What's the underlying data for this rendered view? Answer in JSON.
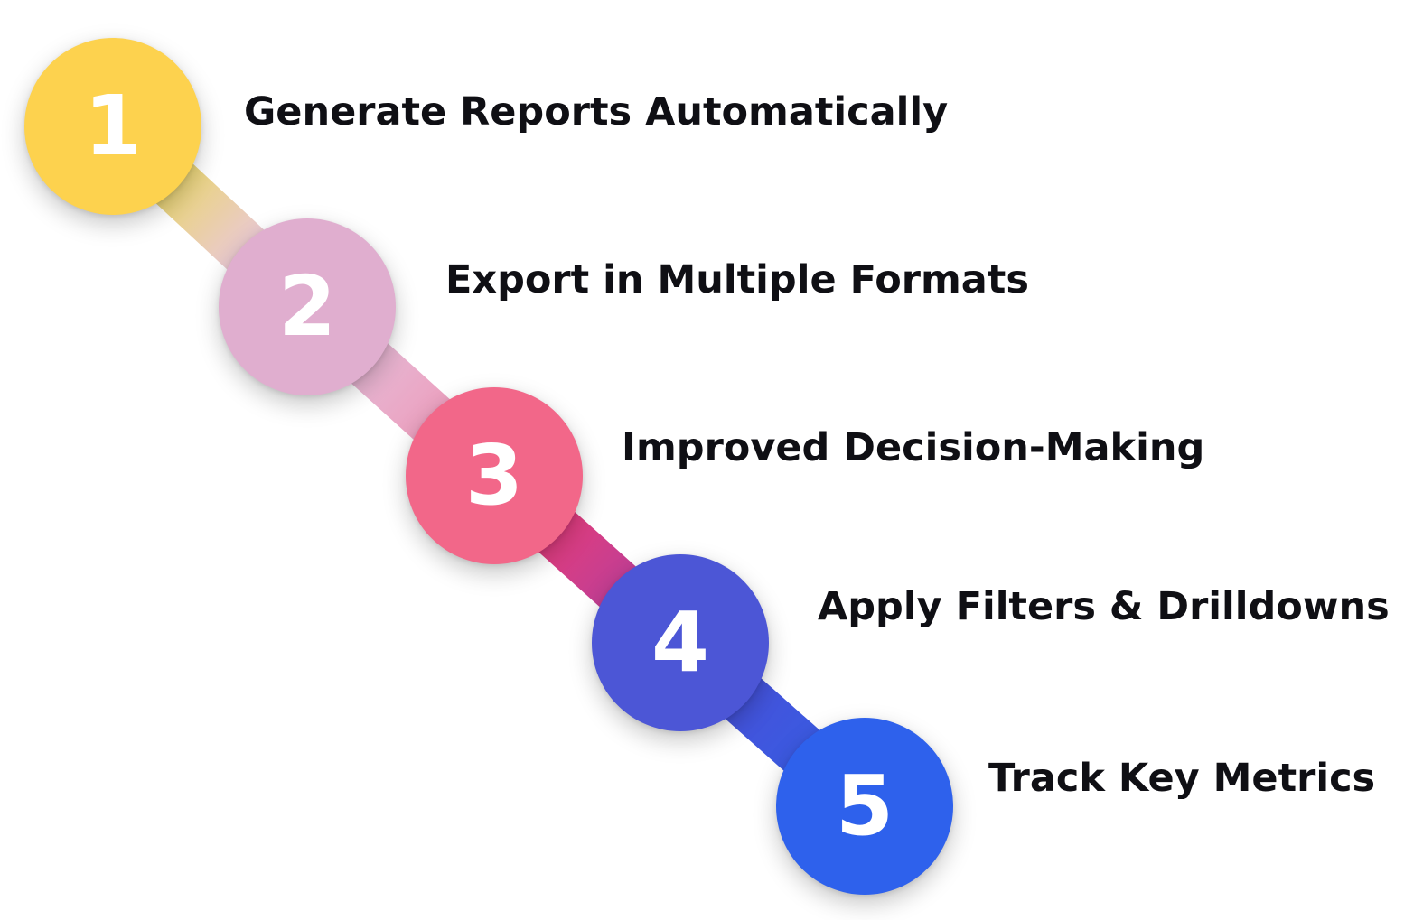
{
  "steps": [
    {
      "number": "1",
      "label": "Generate Reports Automatically",
      "color": "#FDD24E"
    },
    {
      "number": "2",
      "label": "Export in Multiple Formats",
      "color": "#E0AECF"
    },
    {
      "number": "3",
      "label": "Improved Decision-Making",
      "color": "#F26789"
    },
    {
      "number": "4",
      "label": "Apply Filters & Drilldowns",
      "color": "#4C56D6"
    },
    {
      "number": "5",
      "label": "Track Key Metrics",
      "color": "#2E61EC"
    }
  ],
  "connector_colors": [
    [
      "#E9D572",
      "#EAC9D6"
    ],
    [
      "#E6B8D4",
      "#EC9FBE"
    ],
    [
      "#E23C7C",
      "#BF3F96"
    ],
    [
      "#4551D9",
      "#3A5BE2"
    ]
  ]
}
